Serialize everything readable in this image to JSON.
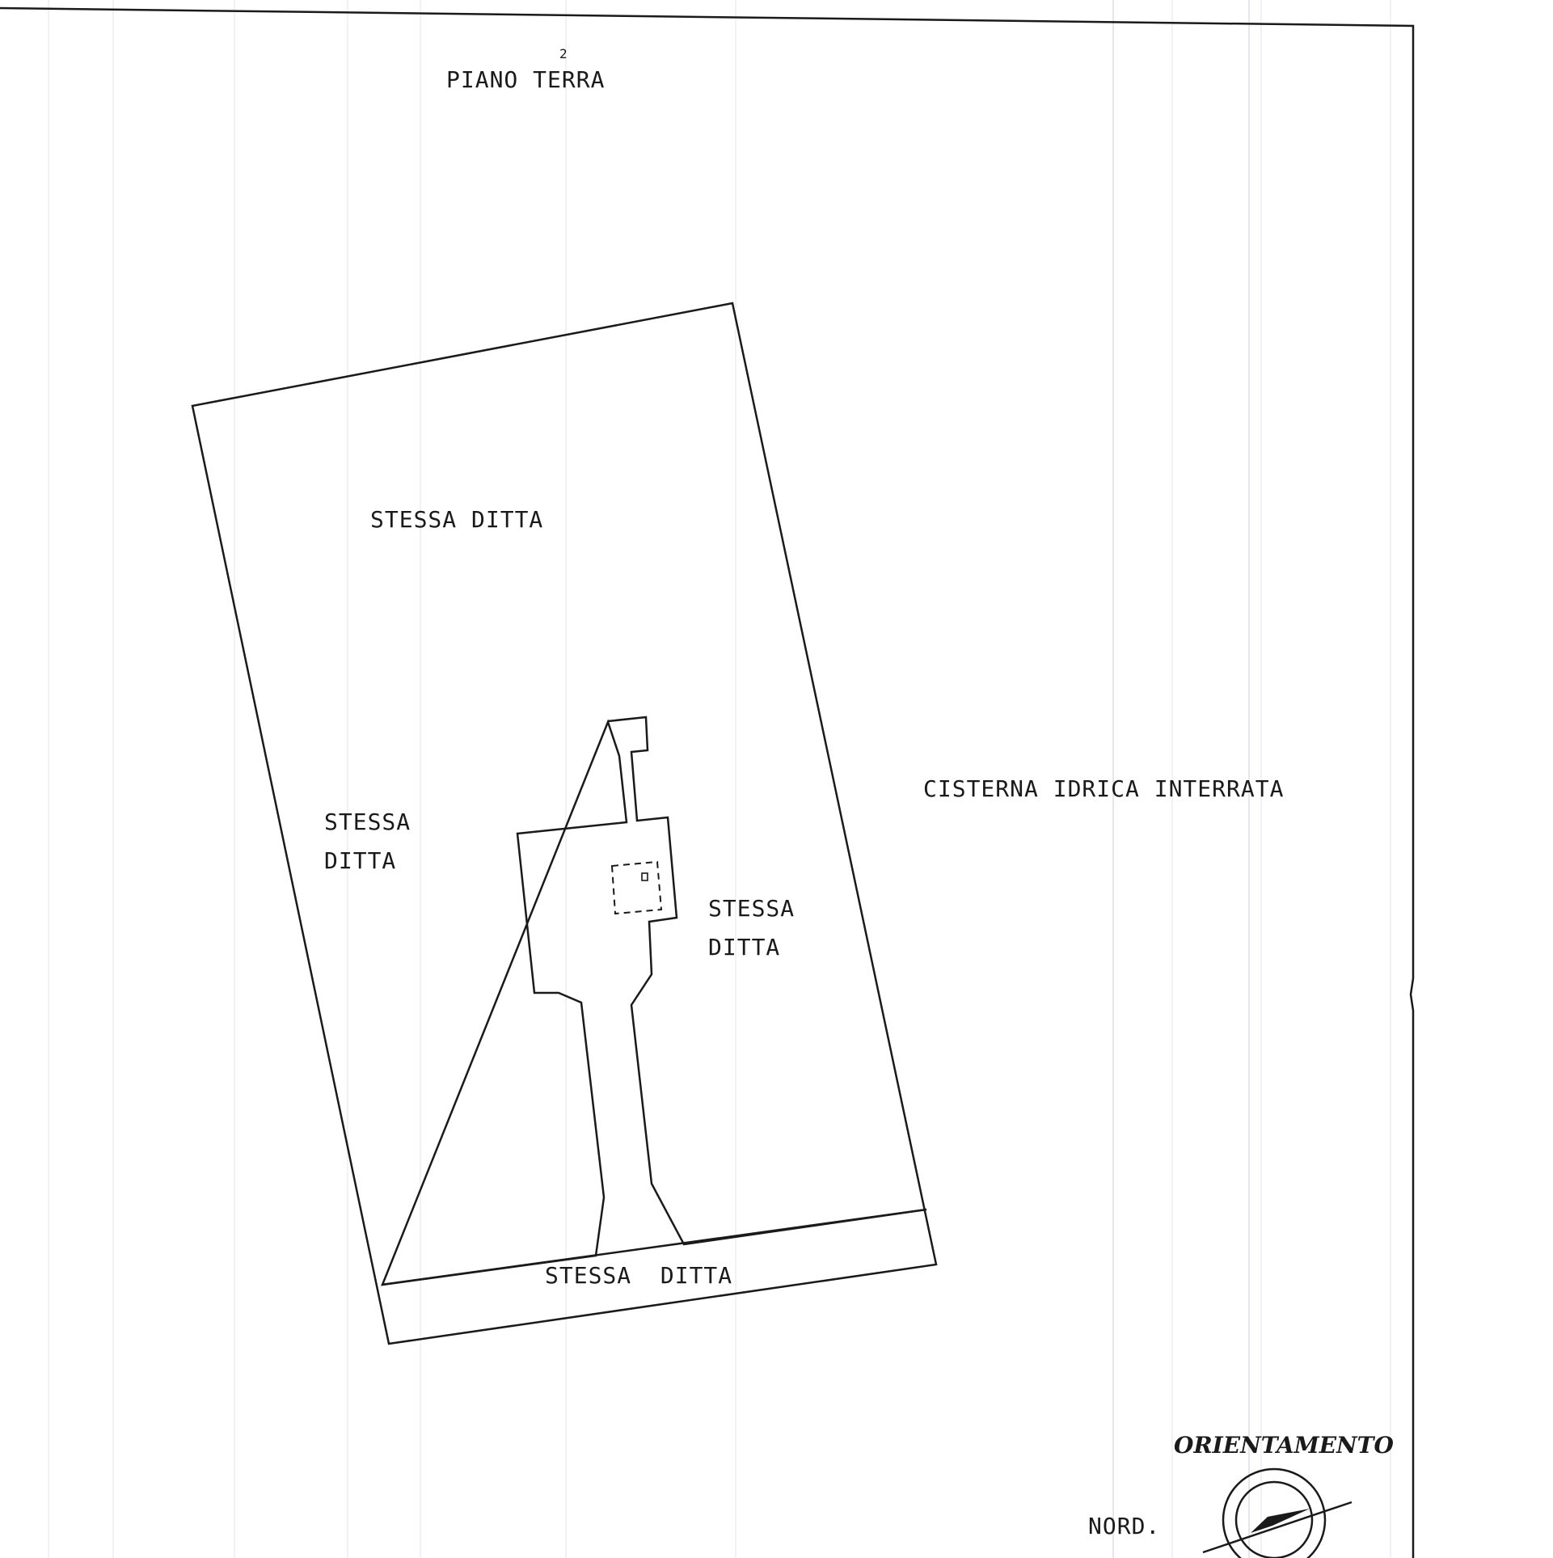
{
  "drawing": {
    "floor_title": "PIANO TERRA",
    "small_mark": "2"
  },
  "areas": {
    "top": "STESSA DITTA",
    "left_line1": "STESSA",
    "left_line2": "DITTA",
    "right_line1": "STESSA",
    "right_line2": "DITTA",
    "bottom": "STESSA  DITTA"
  },
  "outside": {
    "cistern": "CISTERNA IDRICA INTERRATA"
  },
  "orientation": {
    "title": "ORIENTAMENTO",
    "north_label": "NORD."
  }
}
